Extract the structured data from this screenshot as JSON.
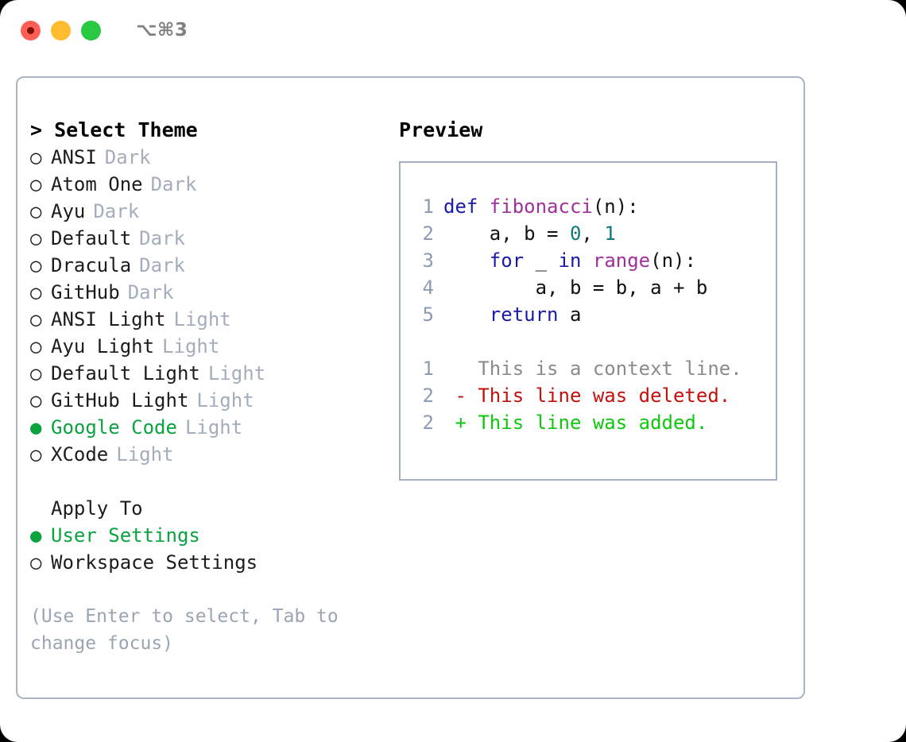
{
  "titlebar": {
    "shortcut": "⌥⌘3",
    "dots": [
      {
        "name": "close",
        "color": "#ff5f57"
      },
      {
        "name": "minimize",
        "color": "#febc2e"
      },
      {
        "name": "maximize",
        "color": "#28c840"
      }
    ]
  },
  "theme_picker": {
    "header": "> Select Theme",
    "items": [
      {
        "label": "ANSI",
        "variant": "Dark",
        "selected": false
      },
      {
        "label": "Atom One",
        "variant": "Dark",
        "selected": false
      },
      {
        "label": "Ayu",
        "variant": "Dark",
        "selected": false
      },
      {
        "label": "Default",
        "variant": "Dark",
        "selected": false
      },
      {
        "label": "Dracula",
        "variant": "Dark",
        "selected": false
      },
      {
        "label": "GitHub",
        "variant": "Dark",
        "selected": false
      },
      {
        "label": "ANSI Light",
        "variant": "Light",
        "selected": false
      },
      {
        "label": "Ayu Light",
        "variant": "Light",
        "selected": false
      },
      {
        "label": "Default Light",
        "variant": "Light",
        "selected": false
      },
      {
        "label": "GitHub Light",
        "variant": "Light",
        "selected": false
      },
      {
        "label": "Google Code",
        "variant": "Light",
        "selected": true
      },
      {
        "label": "XCode",
        "variant": "Light",
        "selected": false
      }
    ],
    "bullet_empty": "○",
    "bullet_filled": "●"
  },
  "apply_to": {
    "header": "Apply To",
    "items": [
      {
        "label": "User Settings",
        "selected": true
      },
      {
        "label": "Workspace Settings",
        "selected": false
      }
    ]
  },
  "hint": "(Use Enter to select, Tab to change focus)",
  "preview": {
    "title": "Preview",
    "code_lines": [
      {
        "no": "1",
        "tokens": [
          {
            "t": "def ",
            "c": "kw"
          },
          {
            "t": "fibonacci",
            "c": "fn"
          },
          {
            "t": "(n):",
            "c": "plain"
          }
        ]
      },
      {
        "no": "2",
        "tokens": [
          {
            "t": "    a, b = ",
            "c": "plain"
          },
          {
            "t": "0",
            "c": "num"
          },
          {
            "t": ", ",
            "c": "plain"
          },
          {
            "t": "1",
            "c": "num"
          }
        ]
      },
      {
        "no": "3",
        "tokens": [
          {
            "t": "    ",
            "c": "plain"
          },
          {
            "t": "for",
            "c": "kw"
          },
          {
            "t": " _ ",
            "c": "plain"
          },
          {
            "t": "in",
            "c": "kw"
          },
          {
            "t": " ",
            "c": "plain"
          },
          {
            "t": "range",
            "c": "fn"
          },
          {
            "t": "(n):",
            "c": "plain"
          }
        ]
      },
      {
        "no": "4",
        "tokens": [
          {
            "t": "        a, b = b, a + b",
            "c": "plain"
          }
        ]
      },
      {
        "no": "5",
        "tokens": [
          {
            "t": "    ",
            "c": "plain"
          },
          {
            "t": "return",
            "c": "kw"
          },
          {
            "t": " a",
            "c": "plain"
          }
        ]
      }
    ],
    "diff_lines": [
      {
        "no": "1",
        "marker": " ",
        "text": "This is a context line.",
        "kind": "diff-ctx"
      },
      {
        "no": "2",
        "marker": "-",
        "text": "This line was deleted.",
        "kind": "diff-del"
      },
      {
        "no": "2",
        "marker": "+",
        "text": "This line was added.",
        "kind": "diff-add"
      }
    ]
  },
  "colors": {
    "accent_green": "#0aa33f",
    "border": "#aab4c2",
    "muted": "#a3adbb",
    "hint": "#9aa5b4",
    "keyword": "#1a1aa8",
    "function": "#a0309a",
    "number": "#0d7a7a",
    "diff_added": "#0ec70e",
    "diff_deleted": "#c1120d",
    "line_number": "#8d9bb0"
  }
}
